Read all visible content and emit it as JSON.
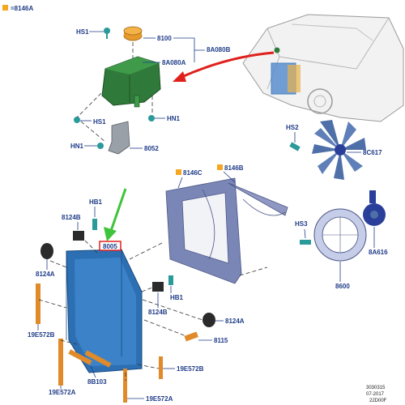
{
  "legend": {
    "text": "=8146A",
    "swatch_color": "#f5a623"
  },
  "labels": {
    "hs1_top": "HS1",
    "p8100": "8100",
    "p8a080b": "8A080B",
    "p8a080a": "8A080A",
    "hs1_mid": "HS1",
    "hn1_right": "HN1",
    "hn1_left": "HN1",
    "p8052": "8052",
    "hs2": "HS2",
    "p8c617": "8C617",
    "p8146c": "8146C",
    "p8146b": "8146B",
    "hb1_top": "HB1",
    "p8124b_top": "8124B",
    "p8124a_left": "8124A",
    "hs3": "HS3",
    "p8a616": "8A616",
    "p8600": "8600",
    "hb1_mid": "HB1",
    "p8124b_bottom": "8124B",
    "p8124a_bottom": "8124A",
    "p8115": "8115",
    "p19e572b_left": "19E572B",
    "p19e572a_left": "19E572A",
    "p8b103": "8B103",
    "p19e572b_right": "19E572B",
    "p19e572a_bottom": "19E572A"
  },
  "highlight": {
    "text": "8005",
    "box_color": "#e0201b"
  },
  "footer": {
    "line1": "3030315",
    "line2": "07-2017",
    "line3": "22D00F"
  },
  "colors": {
    "label_text": "#1f3c88",
    "tank": "#2f7a3a",
    "tank_cap": "#e59a2b",
    "radiator": "#2d6fb3",
    "shroud": "#7a86b5",
    "fan": "#4f6fa8",
    "motor": "#2a3f9a",
    "arrow_red": "#e0201b",
    "arrow_green": "#3ec43a",
    "hardware": "#2a9a9a",
    "fin_strip": "#e08a2a"
  }
}
